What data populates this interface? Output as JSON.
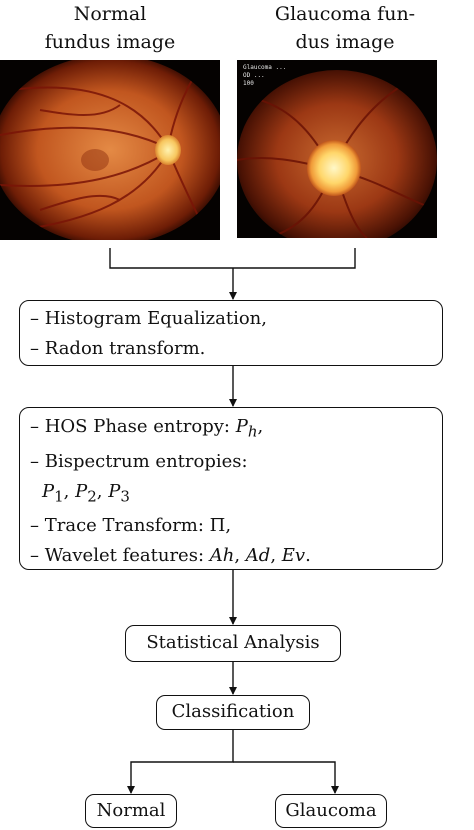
{
  "images": {
    "normal": {
      "caption_line1": "Normal",
      "caption_line2": "fundus image"
    },
    "glaucoma": {
      "caption_line1": "Glaucoma fun-",
      "caption_line2": "dus image",
      "overlay_text_1": "Glaucoma ...",
      "overlay_text_2": "OD ...",
      "overlay_text_3": "100"
    }
  },
  "preprocessing": {
    "line1": "– Histogram Equalization,",
    "line2": "– Radon transform."
  },
  "features": {
    "hos_prefix": "– HOS Phase entropy: ",
    "hos_symbol": "P",
    "hos_sub": "h",
    "hos_suffix": ",",
    "bispectrum_label": "– Bispectrum entropies:",
    "bis_p": "P",
    "bis_sub1": "1",
    "bis_sub2": "2",
    "bis_sub3": "3",
    "comma": ", ",
    "trace_prefix": "– Trace Transform: ",
    "trace_symbol": "Π",
    "trace_suffix": ",",
    "wavelet_prefix": "– Wavelet features: ",
    "wavelet_ah": "Ah",
    "wavelet_ad": "Ad",
    "wavelet_ev": "Ev",
    "wavelet_suffix": "."
  },
  "statistical_analysis": "Statistical Analysis",
  "classification": "Classification",
  "outcomes": {
    "normal": "Normal",
    "glaucoma": "Glaucoma"
  },
  "colors": {
    "line": "#111111",
    "fundus_outer": "#3a0d02",
    "fundus_mid": "#a8401a",
    "fundus_inner": "#e07a38",
    "optic_disc": "#ffe08a",
    "vessel": "#7a1508"
  }
}
